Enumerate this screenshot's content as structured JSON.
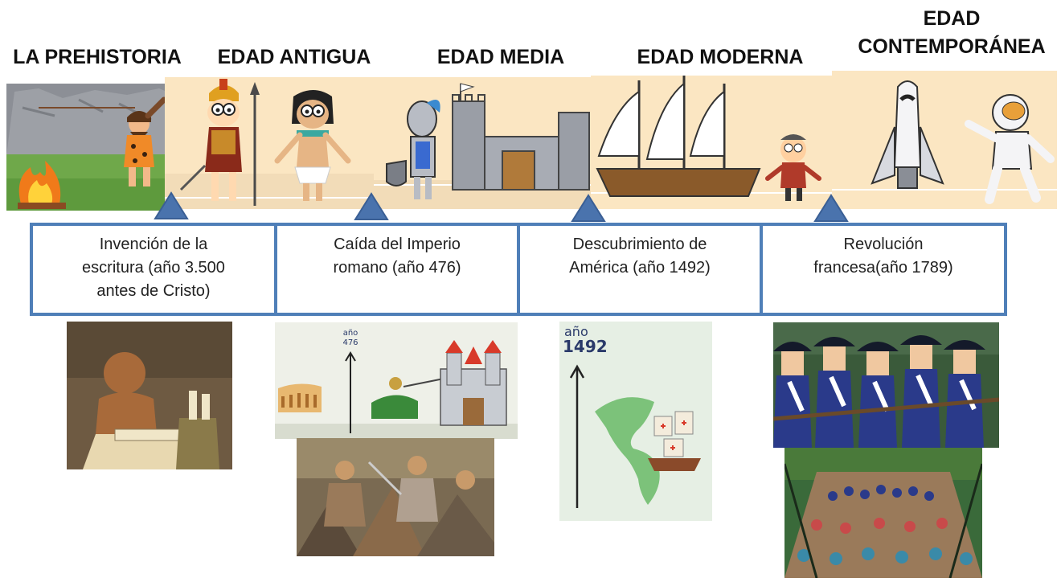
{
  "eras": [
    {
      "title": "LA PREHISTORIA"
    },
    {
      "title": "EDAD ANTIGUA"
    },
    {
      "title": "EDAD MEDIA"
    },
    {
      "title": "EDAD MODERNA"
    },
    {
      "title_line1": "EDAD",
      "title_line2": "CONTEMPORÁNEA"
    }
  ],
  "events": [
    {
      "line1": "Invención de la",
      "line2": "escritura (año 3.500",
      "line3": "antes de Cristo)"
    },
    {
      "line1": "Caída del Imperio",
      "line2": "romano (año 476)"
    },
    {
      "line1": "Descubrimiento de",
      "line2": "América (año 1492)"
    },
    {
      "line1": "Revolución",
      "line2": "francesa(año 1789)"
    }
  ],
  "image_text": {
    "rome_year_word": "año",
    "rome_year": "476",
    "america_year_word": "año",
    "america_year": "1492"
  },
  "colors": {
    "accent": "#4f7fb8",
    "marker_fill": "#4a73ad"
  }
}
